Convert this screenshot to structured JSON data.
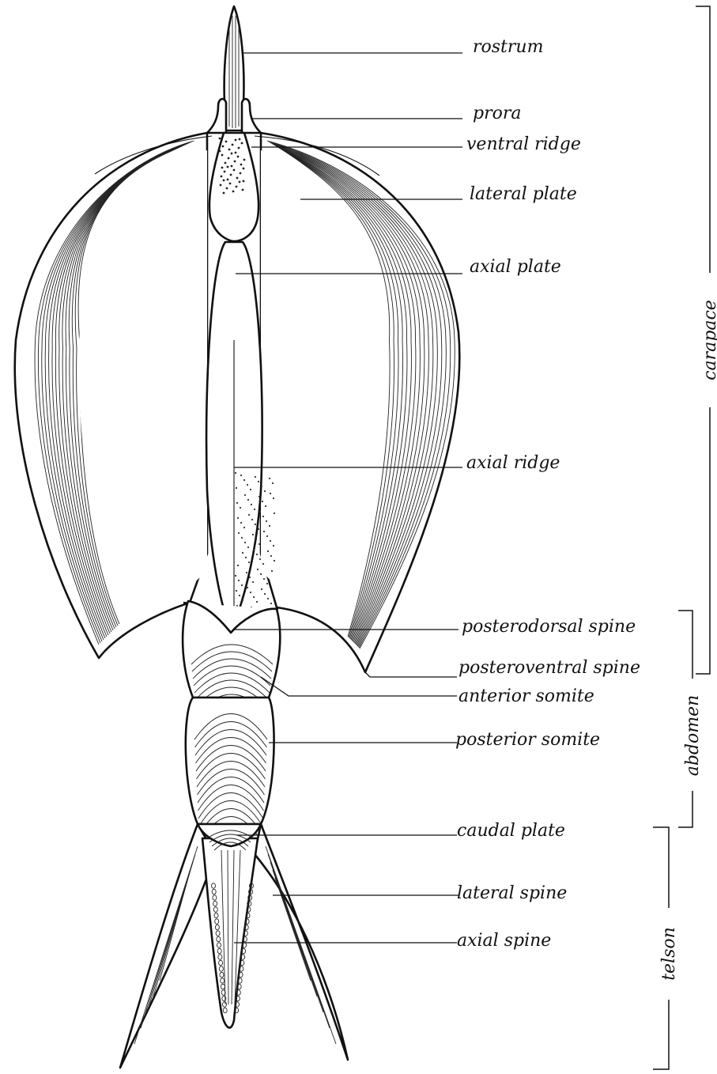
{
  "labels": {
    "rostrum": "rostrum",
    "prora": "prora",
    "ventral_ridge": "ventral ridge",
    "lateral_plate": "lateral plate",
    "axial_plate": "axial plate",
    "axial_ridge": "axial ridge",
    "posterodorsal_spine": "posterodorsal spine",
    "posteroventral_spine": "posteroventral spine",
    "anterior_somite": "anterior somite",
    "posterior_somite": "posterior somite",
    "caudal_plate": "caudal plate",
    "lateral_spine": "lateral spine",
    "axial_spine": "axial spine"
  },
  "groups": {
    "carapace": "carapace",
    "abdomen": "abdomen",
    "telson": "telson"
  }
}
